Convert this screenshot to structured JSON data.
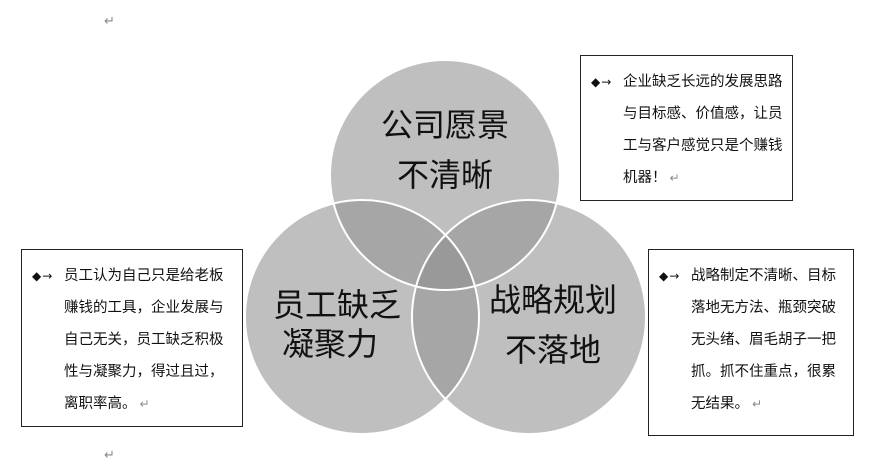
{
  "marks": {
    "top": "↵",
    "bottom": "↵",
    "para": "↵"
  },
  "circles": [
    {
      "id": "vision",
      "lines": [
        "公司愿景",
        "不清晰"
      ]
    },
    {
      "id": "cohesion",
      "lines": [
        "员工缺乏",
        "凝聚力"
      ]
    },
    {
      "id": "strategy",
      "lines": [
        "战略规划",
        "不落地"
      ]
    }
  ],
  "boxes": {
    "vision": {
      "bullet": "◆→",
      "text": "企业缺乏长远的发展思路与目标感、价值感，让员工与客户感觉只是个赚钱机器！"
    },
    "cohesion": {
      "bullet": "◆→",
      "text": "员工认为自己只是给老板赚钱的工具，企业发展与自己无关，员工缺乏积极性与凝聚力，得过且过，离职率高。"
    },
    "strategy": {
      "bullet": "◆→",
      "text": "战略制定不清晰、目标落地无方法、瓶颈突破无头绪、眉毛胡子一把抓。抓不住重点，很累无结果。"
    }
  },
  "colors": {
    "circle_fill": "#bfbfbf",
    "overlap_pair": "#a6a6a6",
    "overlap_center": "#999999",
    "circle_stroke": "#ffffff"
  }
}
